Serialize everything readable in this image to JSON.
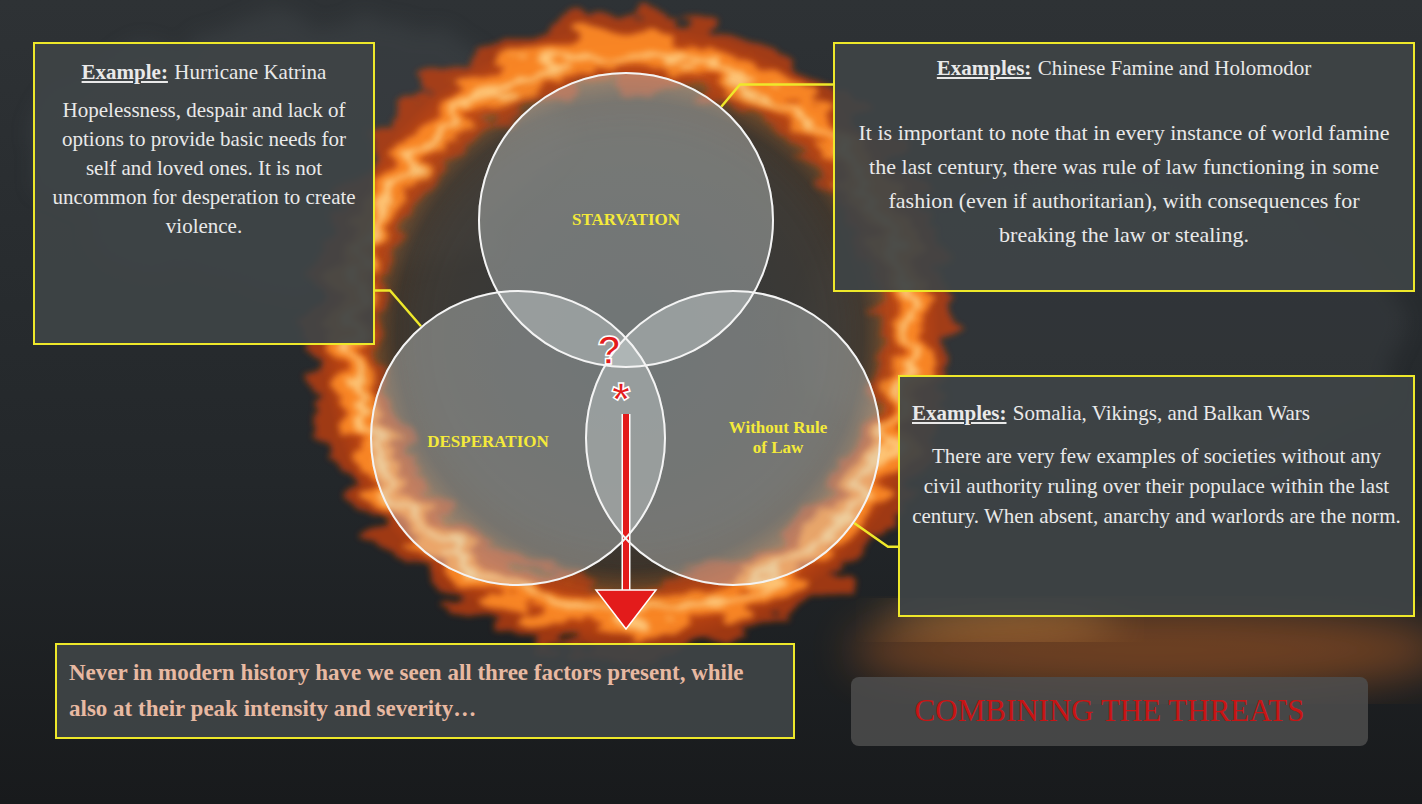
{
  "diagram": {
    "nodes": [
      {
        "text": [
          "Example:",
          "Hurricane Katrina",
          "Hopelessness, despair and lack of options to provide basic needs for self and loved ones. It is not uncommon for desperation to create violence."
        ]
      },
      {
        "text": [
          "STARVATION"
        ]
      },
      {
        "text": [
          "Examples:",
          "Chinese Famine and Holomodor",
          "It is important to note that in every instance of world famine the last century, there was rule of law functioning in some fashion (even if authoritarian), with consequences for breaking the law or stealing."
        ]
      },
      {
        "text": [
          "DESPERATION"
        ]
      },
      {
        "text": [
          "Without Rule of Law"
        ]
      },
      {
        "text": [
          "Examples:",
          "Somalia, Vikings, and Balkan Wars",
          "There are very few examples of societies without any civil authority ruling over their populace within the last century. When absent, anarchy and warlords are the norm."
        ]
      },
      {
        "text": [
          "Never in modern history have we seen all three factors present, while also at their peak intensity and severity…"
        ]
      },
      {
        "text": [
          "COMBINING THE THREATS"
        ]
      }
    ],
    "edges": [
      {
        "from": 0,
        "to": 3,
        "arrow": "none"
      },
      {
        "from": 2,
        "to": 1,
        "arrow": "none"
      },
      {
        "from": 5,
        "to": 4,
        "arrow": "none"
      }
    ],
    "labels": [
      "?",
      "*"
    ]
  }
}
